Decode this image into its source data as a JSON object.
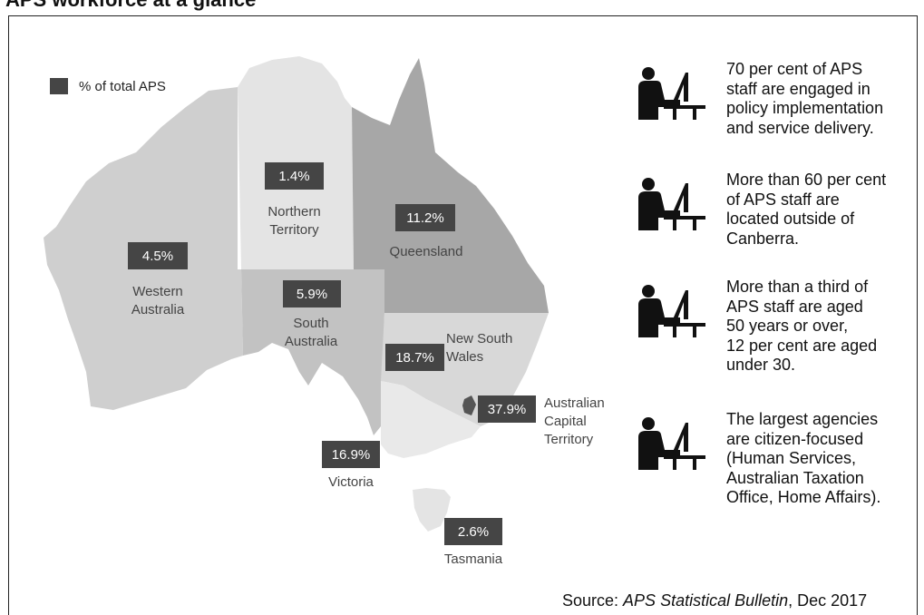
{
  "title": "APS workforce at a glance",
  "legend": {
    "label": "% of total APS",
    "swatch_color": "#454545"
  },
  "regions": {
    "nt": {
      "name_line1": "Northern",
      "name_line2": "Territory",
      "value": "1.4%"
    },
    "qld": {
      "name_line1": "Queensland",
      "value": "11.2%"
    },
    "wa": {
      "name_line1": "Western",
      "name_line2": "Australia",
      "value": "4.5%"
    },
    "sa": {
      "name_line1": "South",
      "name_line2": "Australia",
      "value": "5.9%"
    },
    "nsw": {
      "name_line1": "New South",
      "name_line2": "Wales",
      "value": "18.7%"
    },
    "act": {
      "name_line1": "Australian",
      "name_line2": "Capital",
      "name_line3": "Territory",
      "value": "37.9%"
    },
    "vic": {
      "name_line1": "Victoria",
      "value": "16.9%"
    },
    "tas": {
      "name_line1": "Tasmania",
      "value": "2.6%"
    }
  },
  "facts": [
    {
      "icon": "office-worker-icon",
      "lines": [
        "70 per cent of APS",
        "staff are engaged in",
        "policy implementation",
        "and service delivery."
      ]
    },
    {
      "icon": "office-worker-icon",
      "lines": [
        "More than 60 per cent",
        "of APS staff are",
        "located outside of",
        "Canberra."
      ]
    },
    {
      "icon": "office-worker-icon",
      "lines": [
        "More than a third of",
        "APS staff are aged",
        "50 years or over,",
        "12 per cent are aged",
        "under 30."
      ]
    },
    {
      "icon": "office-worker-icon",
      "lines": [
        "The largest agencies",
        "are citizen-focused",
        "(Human Services,",
        "Australian Taxation",
        "Office, Home Affairs)."
      ]
    }
  ],
  "source": {
    "prefix": "Source: ",
    "publication": "APS Statistical Bulletin",
    "suffix": ", Dec 2017"
  },
  "colors": {
    "wa": "#cfcfcf",
    "nt": "#e4e4e4",
    "qld": "#a7a7a7",
    "sa": "#c2c2c2",
    "nsw": "#d8d8d8",
    "vic": "#e9e9e9",
    "tas": "#e4e4e4",
    "act": "#555555",
    "label_bg": "#454545"
  }
}
